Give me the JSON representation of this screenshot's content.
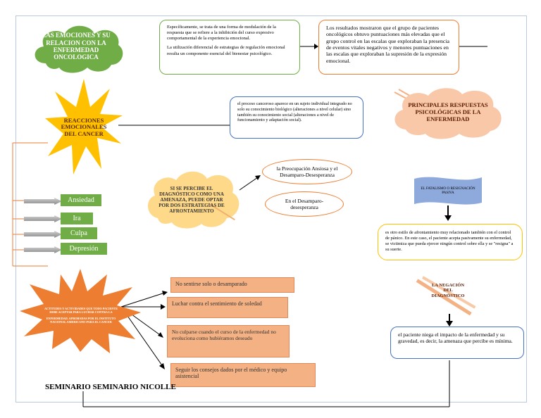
{
  "cloud_title": "LAS EMOCIONES Y SU RELACION CON LA ENFERMEDAD ONCOLOGICA",
  "green_box_p1": "Específicamente, se trata de una forma de modulación de la respuesta que se refiere a la inhibición del curso expresivo comportamental de la experiencia emocional.",
  "green_box_p2": "La utilización diferencial de estrategias de regulación emocional resulta un componente esencial del bienestar psicológico.",
  "results_box": "Los resultados mostraron que el grupo de pacientes oncológicos obtuvo puntuaciones más elevadas que el grupo control en las escalas que exploraban la presencia de eventos vitales negativos y menores puntuaciones en las escalas que exploraban la supresión de la expresión emocional.",
  "star_title": "REACCIONES EMOCIONALES DEL CANCER",
  "process_box": "el proceso canceroso aparece en un sujeto individual integrado no solo su conocimiento biológico (alteraciones a nivel celular) sino también su conocimiento social (alteraciones a nivel de funcionamiento y adaptación social).",
  "principal_title": "PRINCIPALES RESPUESTAS PSICOLÓGICAS DE LA ENFERMEDAD",
  "emotions": [
    "Ansiedad",
    "Ira",
    "Culpa",
    "Depresión"
  ],
  "threat_cloud": "SI SE PERCIBE EL DIAGNÓSTICO COMO UNA AMENAZA, PUEDE OPTAR POR DOS ESTRATEGIAS DE AFRONTAMIENTO",
  "ellipse_1": "la Preocupación Ansiosa y el Desamparo-Desesperanza",
  "ellipse_2": "En el Desamparo-desesperanza",
  "fatalism_label": "EL FATALISMO O RESIGNACIÓN PASIVA",
  "fatalism_box": "es otro estilo de afrontamiento muy relacionado también con el control de pánico. En este caso, el paciente acepta pasivamente su enfermedad, se victimiza que pueda ejercer ningún control sobre ella y se \"resigna\" a su suerte.",
  "star2_text_1": "ACTITUDES Y ACTIVIDADES QUE TODO PACIENTE DEBE ACEPTAR PARA LUCHAR CONTRA LA",
  "star2_text_2": "ENFERMEDAD. APROBADAS POR EL INSTITUTO NACIONAL AMERICANO PARA EL CANCER",
  "attitudes": [
    "No sentirse solo o desamparado",
    "Luchar contra el sentimiento de soledad",
    "No culparse cuando el curso de la enfermedad no evoluciona como hubiéramos deseado",
    "Seguir los consejos dados por el médico y equipo asistencial"
  ],
  "denial_label": "LA NEGACIÓN DEL DIAGNÓSTICO",
  "denial_box": "el paciente niega el impacto de la enfermedad y su gravedad, es decir, la amenaza que percibe es mínima.",
  "footer": "SEMINARIO SEMINARIO NICOLLE",
  "colors": {
    "green": "#70ad47",
    "orange": "#ed7d31",
    "star": "#ffc000",
    "blue": "#4472c4",
    "cloud_peach": "#f8c8a8",
    "tape_blue": "#8ea9db"
  }
}
